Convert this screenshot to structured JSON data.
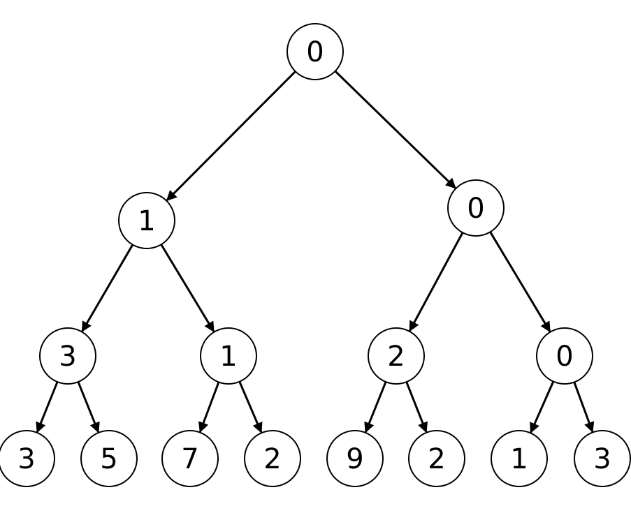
{
  "tree": {
    "nodes": [
      {
        "id": "n0",
        "label": "0"
      },
      {
        "id": "n1",
        "label": "1"
      },
      {
        "id": "n2",
        "label": "0"
      },
      {
        "id": "n3",
        "label": "3"
      },
      {
        "id": "n4",
        "label": "1"
      },
      {
        "id": "n5",
        "label": "2"
      },
      {
        "id": "n6",
        "label": "0"
      },
      {
        "id": "n7",
        "label": "3"
      },
      {
        "id": "n8",
        "label": "5"
      },
      {
        "id": "n9",
        "label": "7"
      },
      {
        "id": "n10",
        "label": "2"
      },
      {
        "id": "n11",
        "label": "9"
      },
      {
        "id": "n12",
        "label": "2"
      },
      {
        "id": "n13",
        "label": "1"
      },
      {
        "id": "n14",
        "label": "3"
      }
    ],
    "edges": [
      {
        "from": "n0",
        "to": "n1"
      },
      {
        "from": "n0",
        "to": "n2"
      },
      {
        "from": "n1",
        "to": "n3"
      },
      {
        "from": "n1",
        "to": "n4"
      },
      {
        "from": "n2",
        "to": "n5"
      },
      {
        "from": "n2",
        "to": "n6"
      },
      {
        "from": "n3",
        "to": "n7"
      },
      {
        "from": "n3",
        "to": "n8"
      },
      {
        "from": "n4",
        "to": "n9"
      },
      {
        "from": "n4",
        "to": "n10"
      },
      {
        "from": "n5",
        "to": "n11"
      },
      {
        "from": "n5",
        "to": "n12"
      },
      {
        "from": "n6",
        "to": "n13"
      },
      {
        "from": "n6",
        "to": "n14"
      }
    ]
  }
}
